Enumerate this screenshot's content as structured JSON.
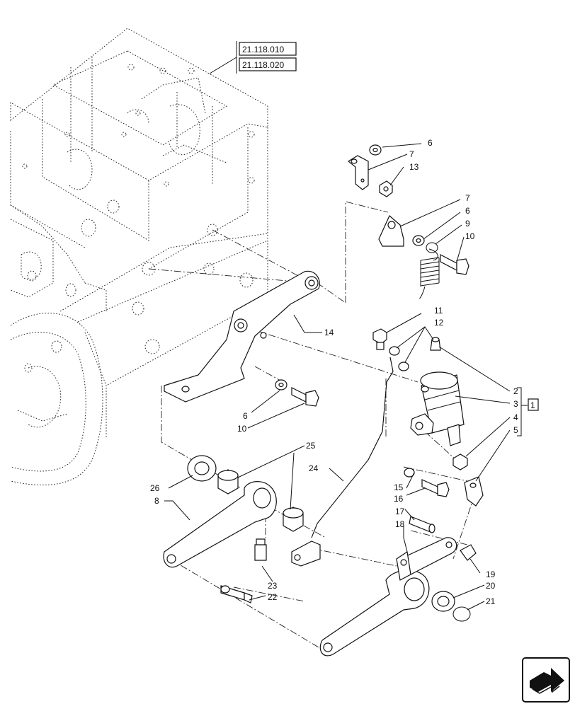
{
  "references": [
    "21.118.010",
    "21.118.020"
  ],
  "callouts": {
    "c6a": "6",
    "c7a": "7",
    "c13": "13",
    "c7b": "7",
    "c6b": "6",
    "c9": "9",
    "c10a": "10",
    "c14": "14",
    "c11": "11",
    "c12": "12",
    "c2": "2",
    "c3": "3",
    "c4": "4",
    "c5": "5",
    "c1": "1",
    "c6c": "6",
    "c10b": "10",
    "c25": "25",
    "c24": "24",
    "c26": "26",
    "c8": "8",
    "c15": "15",
    "c16": "16",
    "c17": "17",
    "c18": "18",
    "c19": "19",
    "c20": "20",
    "c21": "21",
    "c23": "23",
    "c22": "22"
  },
  "icons": {
    "nav": "next-page-arrow-icon"
  }
}
